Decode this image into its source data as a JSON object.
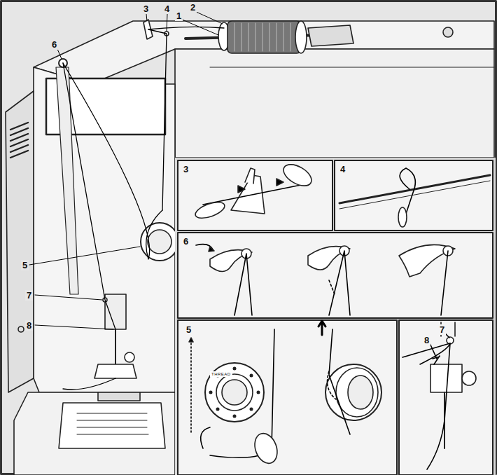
{
  "diagram": {
    "labels": [
      "3",
      "4",
      "2",
      "1",
      "6",
      "5",
      "7",
      "8",
      "3",
      "4",
      "6",
      "5",
      "THREAD",
      "7",
      "8"
    ]
  }
}
